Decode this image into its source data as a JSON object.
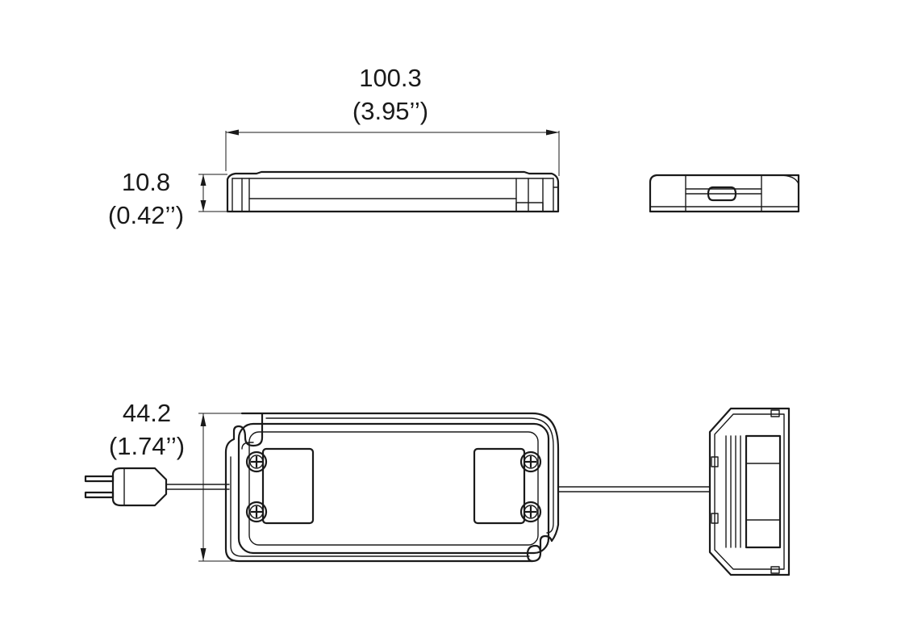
{
  "dimensions": {
    "length": {
      "value": "100.3",
      "inches": "(3.95’’)"
    },
    "height": {
      "value": "10.8",
      "inches": "(0.42’’)"
    },
    "width": {
      "value": "44.2",
      "inches": "(1.74’’)"
    }
  }
}
